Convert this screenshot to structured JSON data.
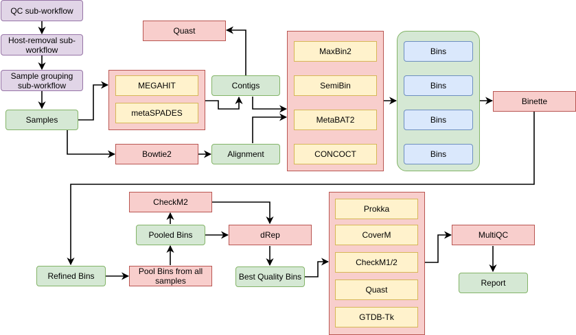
{
  "nodes": {
    "qc": "QC sub-workflow",
    "host_removal": "Host-removal sub-workflow",
    "sample_grouping": "Sample grouping sub-workflow",
    "samples": "Samples",
    "megahit": "MEGAHIT",
    "metaspades": "metaSPADES",
    "quast_top": "Quast",
    "contigs": "Contigs",
    "bowtie2": "Bowtie2",
    "alignment": "Alignment",
    "maxbin2": "MaxBin2",
    "semibin": "SemiBin",
    "metabat2": "MetaBAT2",
    "concoct": "CONCOCT",
    "bins_1": "Bins",
    "bins_2": "Bins",
    "bins_3": "Bins",
    "bins_4": "Bins",
    "binette": "Binette",
    "refined_bins": "Refined Bins",
    "pool_bins": "Pool Bins from all samples",
    "pooled_bins": "Pooled Bins",
    "checkm2": "CheckM2",
    "drep": "dRep",
    "best_quality_bins": "Best Quality Bins",
    "prokka": "Prokka",
    "coverm": "CoverM",
    "checkm1_2": "CheckM1/2",
    "quast_bottom": "Quast",
    "gtdb_tk": "GTDB-Tk",
    "multiqc": "MultiQC",
    "report": "Report"
  },
  "colors": {
    "purple_fill": "#e1d5e7",
    "green_fill": "#d5e8d4",
    "red_fill": "#f8cecc",
    "yellow_fill": "#fff2cc",
    "blue_fill": "#dae8fc",
    "edge": "#000000"
  }
}
